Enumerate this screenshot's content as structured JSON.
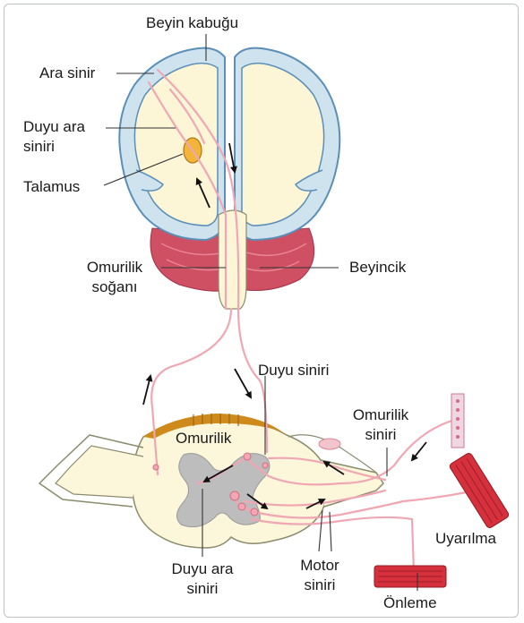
{
  "labels": {
    "beyin_kabugu": "Beyin kabuğu",
    "ara_sinir": "Ara sinir",
    "duyu_ara_siniri_top_1": "Duyu ara",
    "duyu_ara_siniri_top_2": "siniri",
    "talamus": "Talamus",
    "omurilik_sogani_1": "Omurilik",
    "omurilik_sogani_2": "soğanı",
    "beyincik": "Beyincik",
    "duyu_siniri": "Duyu siniri",
    "omurilik": "Omurilik",
    "omurilik_siniri_1": "Omurilik",
    "omurilik_siniri_2": "siniri",
    "uyarilma": "Uyarılma",
    "duyu_ara_siniri_bottom_1": "Duyu ara",
    "duyu_ara_siniri_bottom_2": "siniri",
    "motor_siniri_1": "Motor",
    "motor_siniri_2": "siniri",
    "onleme": "Önleme"
  },
  "colors": {
    "cortex": "#cfe3ef",
    "cortex_outline": "#5a8fb8",
    "brain_fill": "#fcf5d6",
    "cerebellum": "#c9485d",
    "nerve": "#f0a7b3",
    "thalamus": "#f3b43a",
    "gray_matter": "#bfbfbf",
    "root_band": "#cf8a1c",
    "muscle": "#d6303c",
    "skin": "#e9a8bf",
    "arrow": "#111111"
  }
}
